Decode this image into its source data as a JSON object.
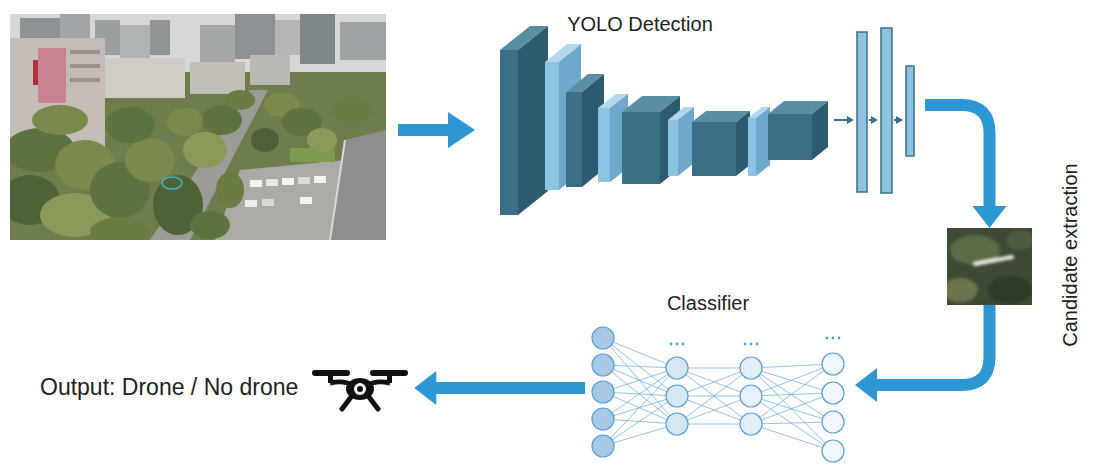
{
  "diagram": {
    "nodes": [
      {
        "text": [
          "YOLO Detection"
        ]
      },
      {
        "text": [
          "Candidate extraction"
        ]
      },
      {
        "text": [
          "Classifier"
        ]
      },
      {
        "text": [
          "Output: Drone / No drone"
        ]
      }
    ],
    "edges": [
      {
        "from": 0,
        "to": 1,
        "arrow": "to"
      },
      {
        "from": 1,
        "to": 2,
        "arrow": "to"
      },
      {
        "from": 2,
        "to": 3,
        "arrow": "to"
      }
    ]
  }
}
